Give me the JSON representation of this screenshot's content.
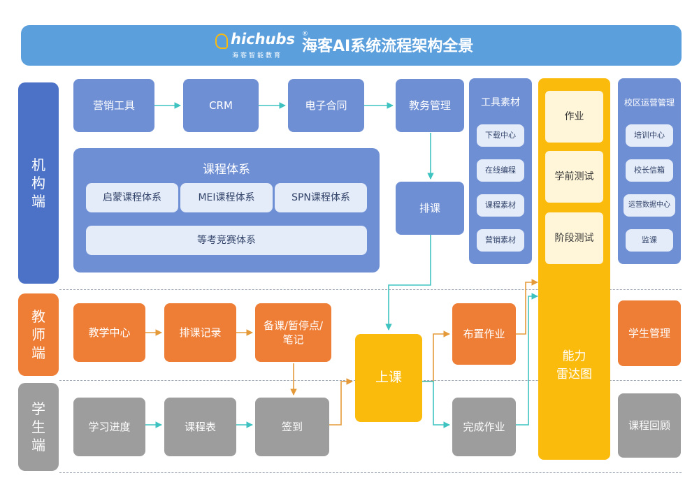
{
  "header": {
    "logo_word": "hichubs",
    "logo_reg": "®",
    "logo_sub": "海客智能教育",
    "title": "海客AI系统流程架构全景"
  },
  "lanes": {
    "org": "机\n构\n端",
    "teacher": "教\n师\n端",
    "student": "学\n生\n端"
  },
  "org": {
    "marketing_tools": "营销工具",
    "crm": "CRM",
    "e_contract": "电子合同",
    "academic_mgmt": "教务管理",
    "scheduling": "排课",
    "curriculum": {
      "title": "课程体系",
      "items": [
        "启蒙课程体系",
        "MEI课程体系",
        "SPN课程体系"
      ],
      "exam": "等考竞赛体系"
    },
    "tool_materials": {
      "title": "工具素材",
      "items": [
        "下载中心",
        "在线编程",
        "课程素材",
        "营销素材"
      ]
    },
    "radar_tests": [
      "作业",
      "学前测试",
      "阶段测试"
    ],
    "campus_ops": {
      "title": "校区运营管理",
      "items": [
        "培训中心",
        "校长信箱",
        "运营数据中心",
        "监课"
      ]
    }
  },
  "teacher": {
    "teaching_center": "教学中心",
    "schedule_records": "排课记录",
    "prep": "备课/暂停点/\n笔记",
    "assign_homework": "布置作业",
    "student_mgmt": "学生管理"
  },
  "shared": {
    "class": "上课",
    "radar": "能力\n雷达图"
  },
  "student": {
    "progress": "学习进度",
    "timetable": "课程表",
    "checkin": "签到",
    "complete_homework": "完成作业",
    "review": "课程回顾"
  },
  "colors": {
    "header": "#5b9fdc",
    "org": "#4b72c6",
    "teacher": "#ee7d35",
    "student": "#9d9d9d",
    "radar": "#fbbb0d",
    "arrow_teal": "#3ec3c0",
    "arrow_orange": "#e59a3a"
  }
}
